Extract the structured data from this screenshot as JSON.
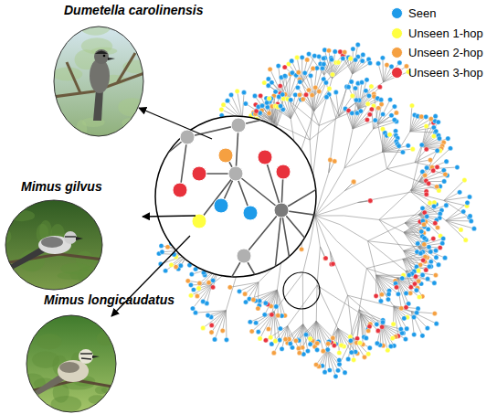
{
  "diagram": {
    "nodes": [
      {
        "text": [
          "Dumetella carolinensis"
        ]
      },
      {
        "text": [
          "Mimus gilvus"
        ]
      },
      {
        "text": [
          "Mimus longicaudatus"
        ]
      }
    ],
    "legend": [
      {
        "text": "Seen",
        "color": "#1e9be9"
      },
      {
        "text": "Unseen 1-hop",
        "color": "#ffff40"
      },
      {
        "text": "Unseen 2-hop",
        "color": "#f5a041"
      },
      {
        "text": "Unseen 3-hop",
        "color": "#e8323c"
      }
    ]
  }
}
